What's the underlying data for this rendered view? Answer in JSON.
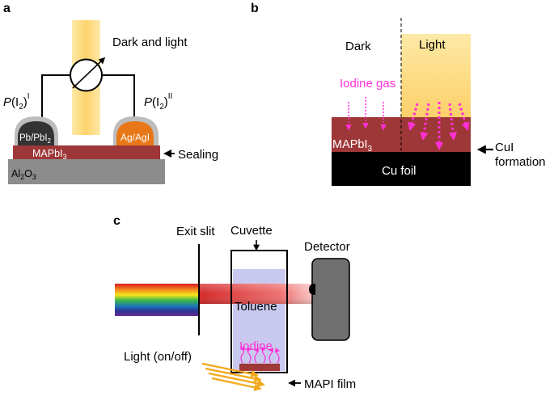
{
  "panel_a": {
    "label": "a",
    "meter_label": "Dark and light",
    "left_pressure": {
      "p": "P",
      "rest": "(I",
      "sub": "2",
      "close": ")",
      "sup": "I"
    },
    "right_pressure": {
      "p": "P",
      "rest": "(I",
      "sub": "2",
      "close": ")",
      "sup": "II"
    },
    "left_electrode": {
      "main": "Pb/PbI",
      "sub": "2"
    },
    "right_electrode": "Ag/AgI",
    "film": {
      "main": "MAPbI",
      "sub": "3"
    },
    "substrate": {
      "a": "Al",
      "sub1": "2",
      "b": "O",
      "sub2": "3"
    },
    "sealing": "Sealing",
    "colors": {
      "electrode_left": "#333333",
      "electrode_right": "#e87817",
      "film": "#9e3737",
      "substrate": "#8c8c8c",
      "light": "#fdd772",
      "cap": "#bdbdbd"
    }
  },
  "panel_b": {
    "label": "b",
    "dark": "Dark",
    "light": "Light",
    "iodine_gas": "Iodine gas",
    "film": {
      "main": "MAPbI",
      "sub": "3"
    },
    "foil": "Cu foil",
    "cui_line1": "CuI",
    "cui_line2": "formation",
    "colors": {
      "iodine": "#ff2fd6",
      "foil": "#000000",
      "film": "#9e3737"
    }
  },
  "panel_c": {
    "label": "c",
    "exit_slit": "Exit slit",
    "cuvette": "Cuvette",
    "detector": "Detector",
    "toluene": "Toluene",
    "iodine": "Iodine",
    "light_label": "Light (on/off)",
    "mapi_film": "MAPI film",
    "colors": {
      "solvent": "#c9c9f0",
      "detector": "#707070",
      "iodine": "#ff2fd6"
    }
  }
}
